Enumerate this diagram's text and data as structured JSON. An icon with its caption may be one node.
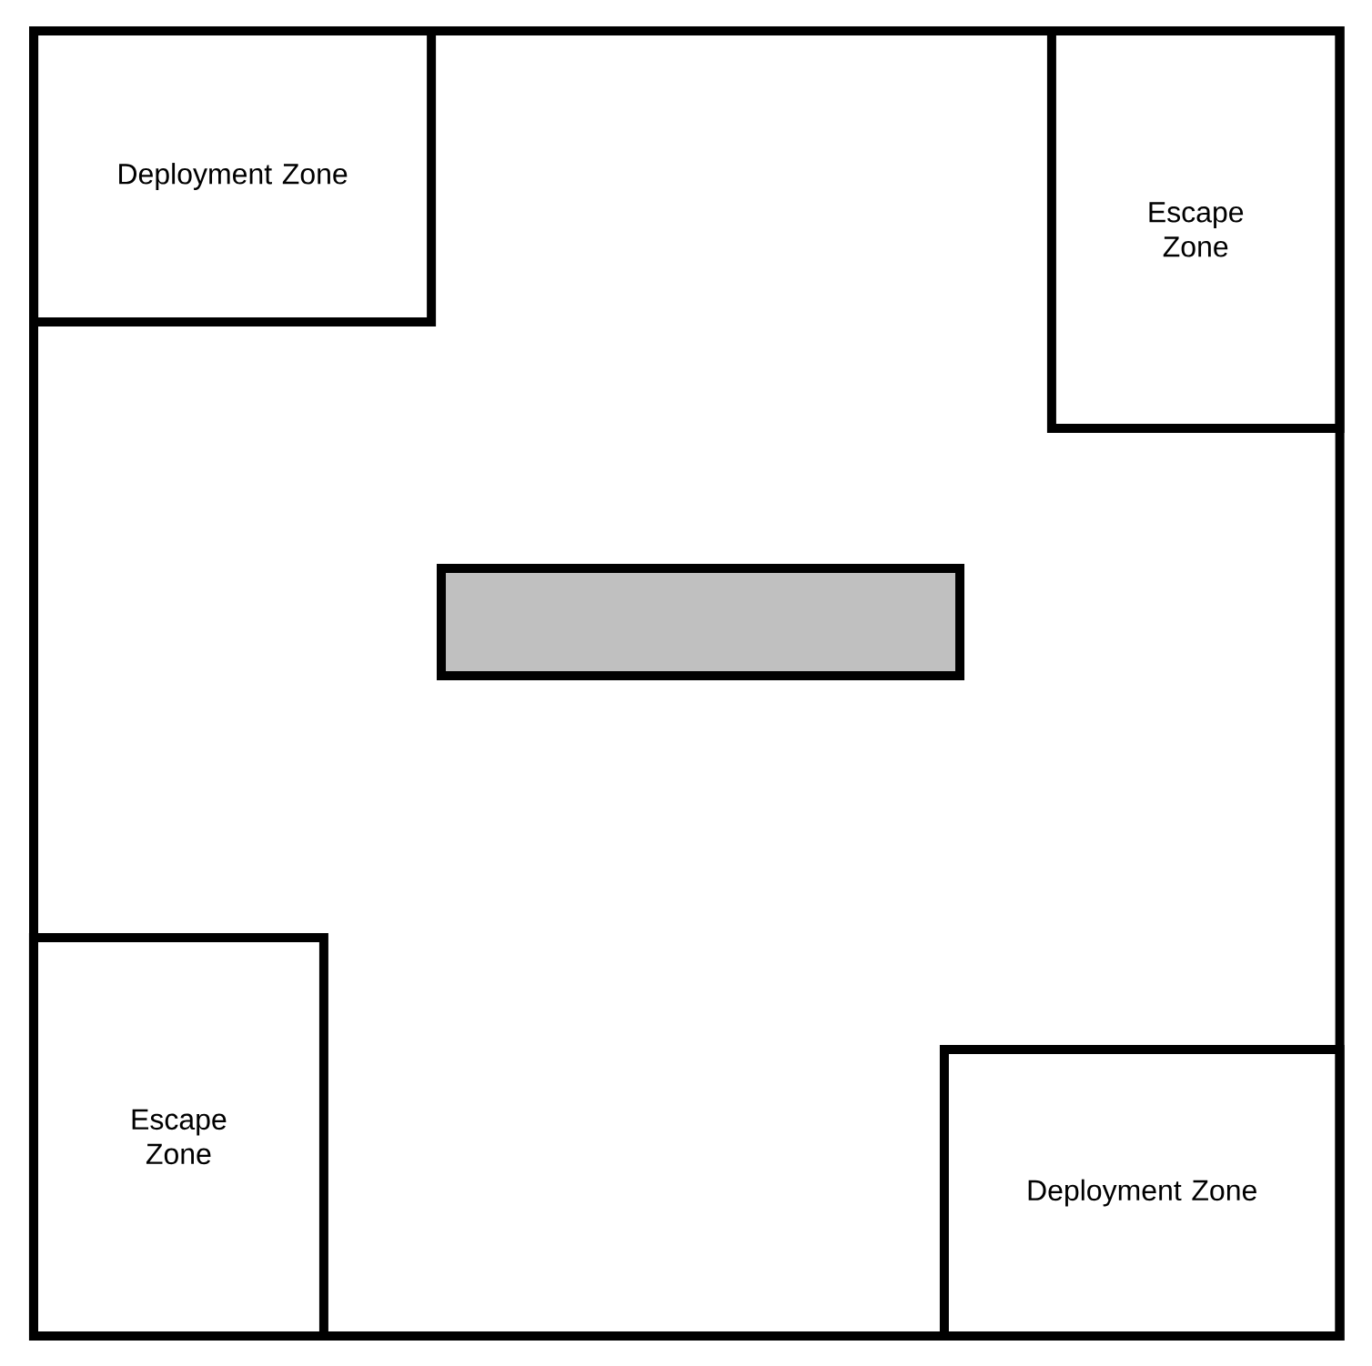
{
  "diagram": {
    "nodes": [
      {
        "text": [],
        "shape": "box"
      },
      {
        "text": [
          "Deployment Zone"
        ],
        "in": 0
      },
      {
        "text": [
          "Escape Zone"
        ],
        "in": 0
      },
      {
        "text": [],
        "shape": "bar",
        "in": 0
      },
      {
        "text": [
          "Escape Zone"
        ],
        "in": 0
      },
      {
        "text": [
          "Deployment Zone"
        ],
        "in": 0
      }
    ]
  }
}
